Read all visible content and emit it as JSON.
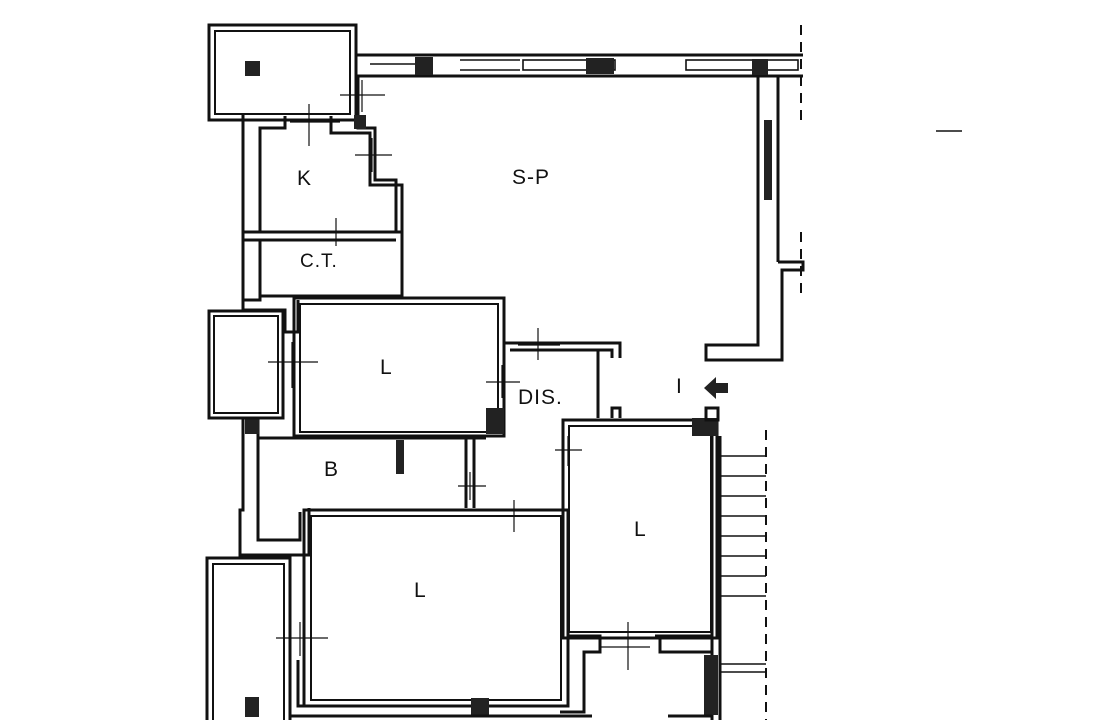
{
  "rooms": {
    "kitchen": "K",
    "living": "S-P",
    "storage": "C.T.",
    "bedroom_1": "L",
    "hallway": "DIS.",
    "bathroom": "B",
    "bedroom_2": "L",
    "bedroom_3": "L"
  },
  "entrance": {
    "label": "I",
    "arrow": "left-arrow-icon"
  }
}
